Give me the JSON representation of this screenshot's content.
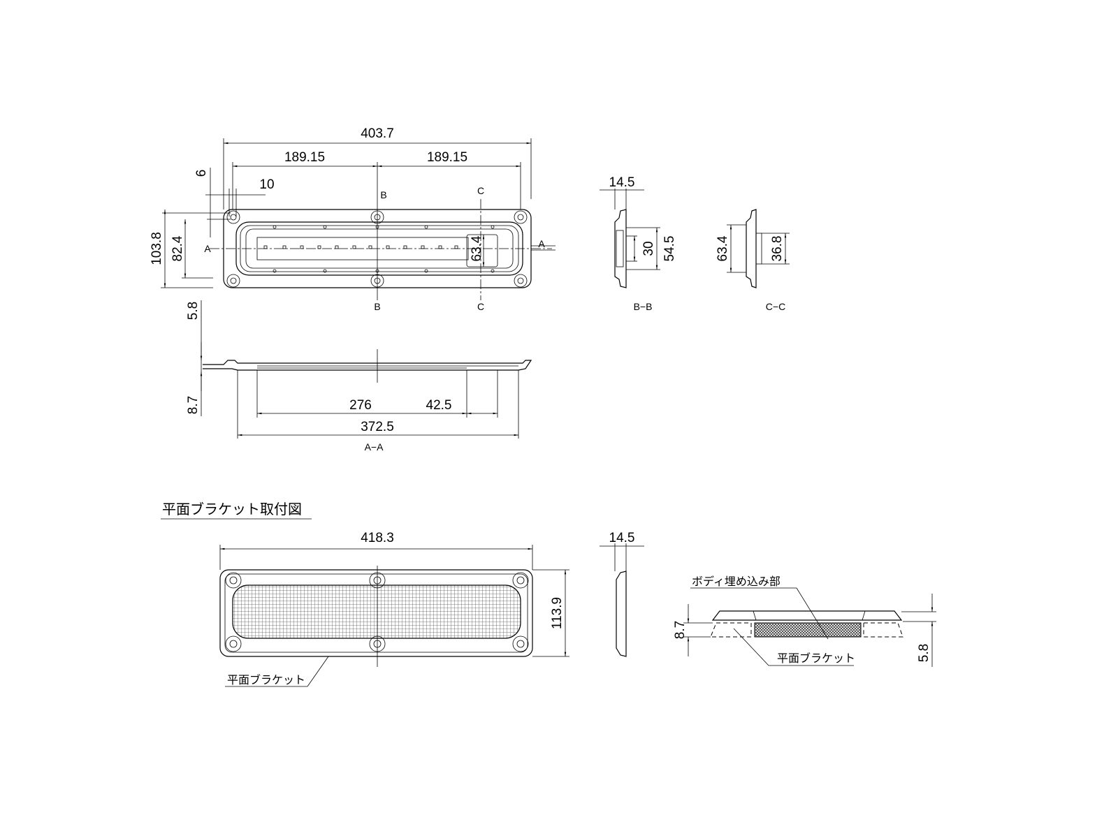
{
  "top_view": {
    "dims": {
      "overall_width": "403.7",
      "half_left": "189.15",
      "half_right": "189.15",
      "hole_offset_x": "10",
      "hole_offset_y": "6",
      "overall_height": "103.8",
      "inner_height": "82.4",
      "lens_height": "63.4"
    },
    "section_marks": {
      "a_left": "A",
      "a_right": "A",
      "b_top": "B",
      "b_bottom": "B",
      "c_top": "C",
      "c_bottom": "C"
    }
  },
  "section_aa": {
    "dims": {
      "top_thickness": "5.8",
      "bottom_depth": "8.7",
      "lens_length": "276",
      "box_length": "42.5",
      "body_length": "372.5"
    },
    "label": "A−A"
  },
  "section_bb": {
    "dims": {
      "thickness": "14.5",
      "inner": "30",
      "outer": "54.5"
    },
    "label": "B−B"
  },
  "section_cc": {
    "dims": {
      "outer": "63.4",
      "inner": "36.8"
    },
    "label": "C−C"
  },
  "bracket": {
    "title": "平面ブラケット取付図",
    "dims": {
      "width": "418.3",
      "height": "113.9",
      "side_thickness": "14.5",
      "depth": "8.7",
      "top": "5.8"
    },
    "labels": {
      "bracket_leader": "平面ブラケット",
      "body_embed": "ボディ埋め込み部",
      "bracket_section": "平面ブラケット"
    }
  }
}
